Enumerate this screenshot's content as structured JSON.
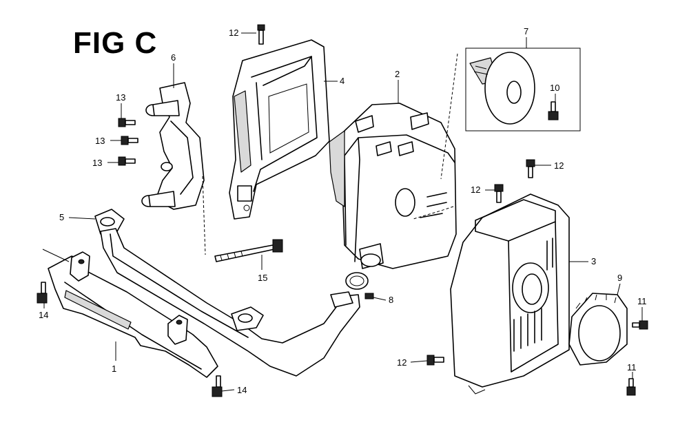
{
  "figure": {
    "title": "FIG C"
  },
  "callouts": {
    "c1": "1",
    "c2": "2",
    "c3": "3",
    "c4": "4",
    "c5": "5",
    "c6": "6",
    "c7": "7",
    "c8": "8",
    "c9": "9",
    "c10": "10",
    "c11a": "11",
    "c11b": "11",
    "c12a": "12",
    "c12b": "12",
    "c12c": "12",
    "c12d": "12",
    "c13a": "13",
    "c13b": "13",
    "c13c": "13",
    "c14a": "14",
    "c14b": "14",
    "c15": "15"
  }
}
